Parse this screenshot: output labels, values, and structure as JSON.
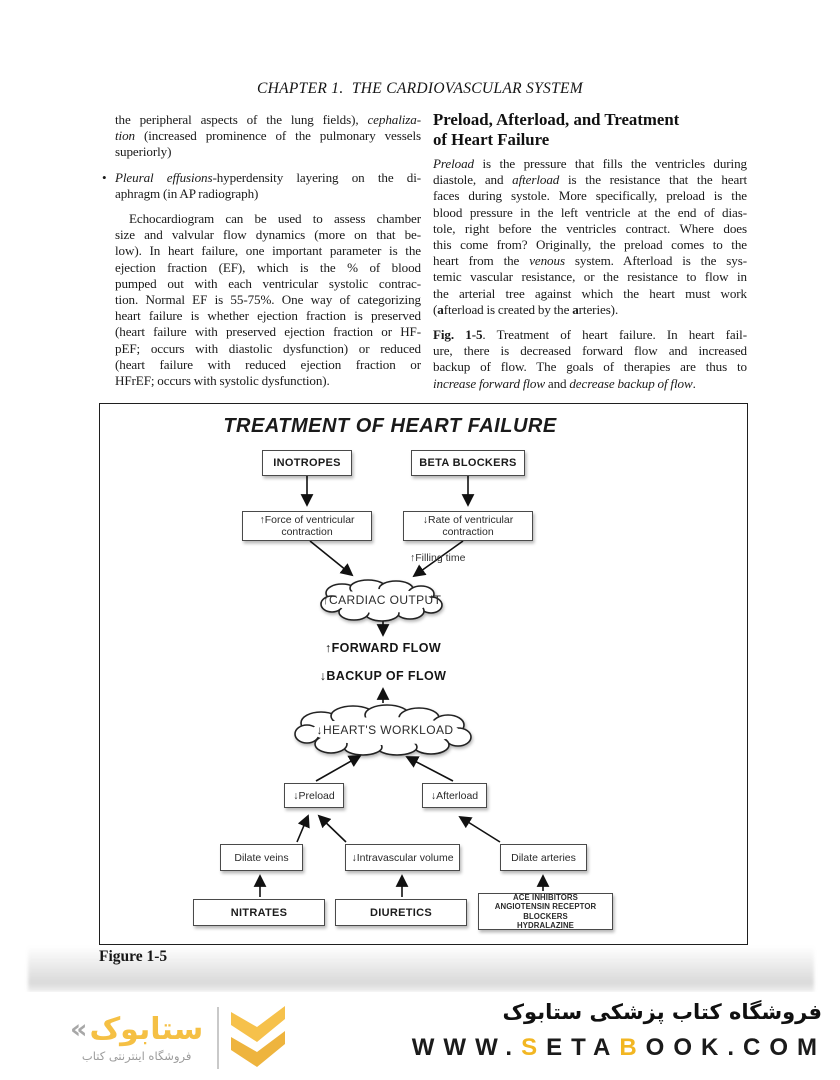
{
  "page": {
    "chapter_header": "CHAPTER 1.  THE CARDIOVASCULAR SYSTEM"
  },
  "left_column": {
    "lines": [
      {
        "seg": [
          {
            "t": "the peripheral aspects of the lung fields), "
          },
          {
            "t": "cephaliza-",
            "i": 1
          }
        ]
      },
      {
        "seg": [
          {
            "t": "tion",
            "i": 1
          },
          {
            "t": " (increased prominence of the pulmonary vessels"
          }
        ]
      },
      {
        "seg": [
          {
            "t": "superiorly)"
          }
        ],
        "last": 1
      },
      {
        "seg": [
          {
            "t": "Pleural effusions",
            "i": 1
          },
          {
            "t": "-hyperdensity layering on the di-"
          }
        ],
        "bullet": 1,
        "gap": 1
      },
      {
        "seg": [
          {
            "t": "aphragm (in AP radiograph)"
          }
        ],
        "last": 1
      },
      {
        "seg": [
          {
            "t": "Echocardiogram can be used to assess chamber"
          }
        ],
        "indent": 1,
        "gap": 1
      },
      {
        "seg": [
          {
            "t": "size and valvular flow dynamics (more on that be-"
          }
        ]
      },
      {
        "seg": [
          {
            "t": "low). In heart failure, one important parameter is the"
          }
        ]
      },
      {
        "seg": [
          {
            "t": "ejection fraction (EF), which is the % of blood"
          }
        ]
      },
      {
        "seg": [
          {
            "t": "pumped out with each ventricular systolic contrac-"
          }
        ]
      },
      {
        "seg": [
          {
            "t": "tion. Normal EF is 55-75%. One way of categorizing"
          }
        ]
      },
      {
        "seg": [
          {
            "t": "heart failure is whether ejection fraction is preserved"
          }
        ]
      },
      {
        "seg": [
          {
            "t": "(heart failure with preserved ejection fraction or HF-"
          }
        ]
      },
      {
        "seg": [
          {
            "t": "pEF; occurs with diastolic dysfunction) or reduced"
          }
        ]
      },
      {
        "seg": [
          {
            "t": "(heart failure with reduced ejection fraction or"
          }
        ]
      },
      {
        "seg": [
          {
            "t": "HFrEF; occurs with systolic dysfunction)."
          }
        ],
        "last": 1
      }
    ]
  },
  "right_column": {
    "heading_line_1": "Preload, Afterload, and Treatment",
    "heading_line_2": "of Heart Failure",
    "lines": [
      {
        "seg": [
          {
            "t": "Preload",
            "i": 1
          },
          {
            "t": " is the pressure that fills the ventricles during"
          }
        ]
      },
      {
        "seg": [
          {
            "t": "diastole, and "
          },
          {
            "t": "afterload",
            "i": 1
          },
          {
            "t": " is the resistance that the heart"
          }
        ]
      },
      {
        "seg": [
          {
            "t": "faces during systole. More specifically, preload is the"
          }
        ]
      },
      {
        "seg": [
          {
            "t": "blood pressure in the left ventricle at the end of dias-"
          }
        ]
      },
      {
        "seg": [
          {
            "t": "tole, right before the ventricles contract. Where does"
          }
        ]
      },
      {
        "seg": [
          {
            "t": "this come from? Originally, the preload comes to the"
          }
        ]
      },
      {
        "seg": [
          {
            "t": "heart from the "
          },
          {
            "t": "venous",
            "i": 1
          },
          {
            "t": " system. Afterload is the sys-"
          }
        ]
      },
      {
        "seg": [
          {
            "t": "temic vascular resistance, or the resistance to flow in"
          }
        ]
      },
      {
        "seg": [
          {
            "t": "the arterial tree against which the heart must work"
          }
        ]
      },
      {
        "seg": [
          {
            "t": "("
          },
          {
            "t": "a",
            "b": 1
          },
          {
            "t": "fterload is created by the "
          },
          {
            "t": "a",
            "b": 1
          },
          {
            "t": "rteries)."
          }
        ],
        "last": 1
      },
      {
        "seg": [
          {
            "t": "Fig. 1-5",
            "b": 1
          },
          {
            "t": ". Treatment of heart failure. In heart fail-"
          }
        ],
        "gap": 1
      },
      {
        "seg": [
          {
            "t": "ure, there is decreased forward flow and increased"
          }
        ]
      },
      {
        "seg": [
          {
            "t": "backup of flow. The goals of therapies are thus to"
          }
        ]
      },
      {
        "seg": [
          {
            "t": "increase forward flow",
            "i": 1
          },
          {
            "t": " and "
          },
          {
            "t": "decrease backup of flow",
            "i": 1
          },
          {
            "t": "."
          }
        ],
        "last": 1
      }
    ]
  },
  "figure": {
    "title": "TREATMENT OF HEART FAILURE",
    "caption": "Figure 1-5",
    "nodes": {
      "inotropes": "INOTROPES",
      "beta_blockers": "BETA BLOCKERS",
      "force": "↑Force of ventricular contraction",
      "rate": "↓Rate of ventricular contraction",
      "filling_time": "↑Filling time",
      "cardiac_output": "↑CARDIAC OUTPUT",
      "forward_flow": "↑FORWARD FLOW",
      "backup_flow": "↓BACKUP OF FLOW",
      "hearts_workload": "↓HEART'S WORKLOAD",
      "preload": "↓Preload",
      "afterload": "↓Afterload",
      "dilate_veins": "Dilate veins",
      "intravascular_volume": "↓Intravascular volume",
      "dilate_arteries": "Dilate arteries",
      "nitrates": "NITRATES",
      "diuretics": "DIURETICS",
      "ace_lines": [
        "ACE INHIBITORS",
        "ANGIOTENSIN RECEPTOR BLOCKERS",
        "HYDRALAZINE"
      ]
    }
  },
  "footer": {
    "tagline": "فروشگاه کتاب پزشکی ستابوک",
    "url_segments": [
      {
        "t": "WWW."
      },
      {
        "t": "S",
        "accent": true
      },
      {
        "t": "ETA"
      },
      {
        "t": "B",
        "accent": true
      },
      {
        "t": "OOK.COM"
      }
    ],
    "logo": {
      "guillemet": "«",
      "wordmark": "ستابوک",
      "subtitle": "فروشگاه اینترنتی کتاب"
    },
    "colors": {
      "accent_yellow": "#F2B622",
      "logo_yellow": "#F5C044",
      "logo_gray": "#9b9b9b"
    }
  }
}
